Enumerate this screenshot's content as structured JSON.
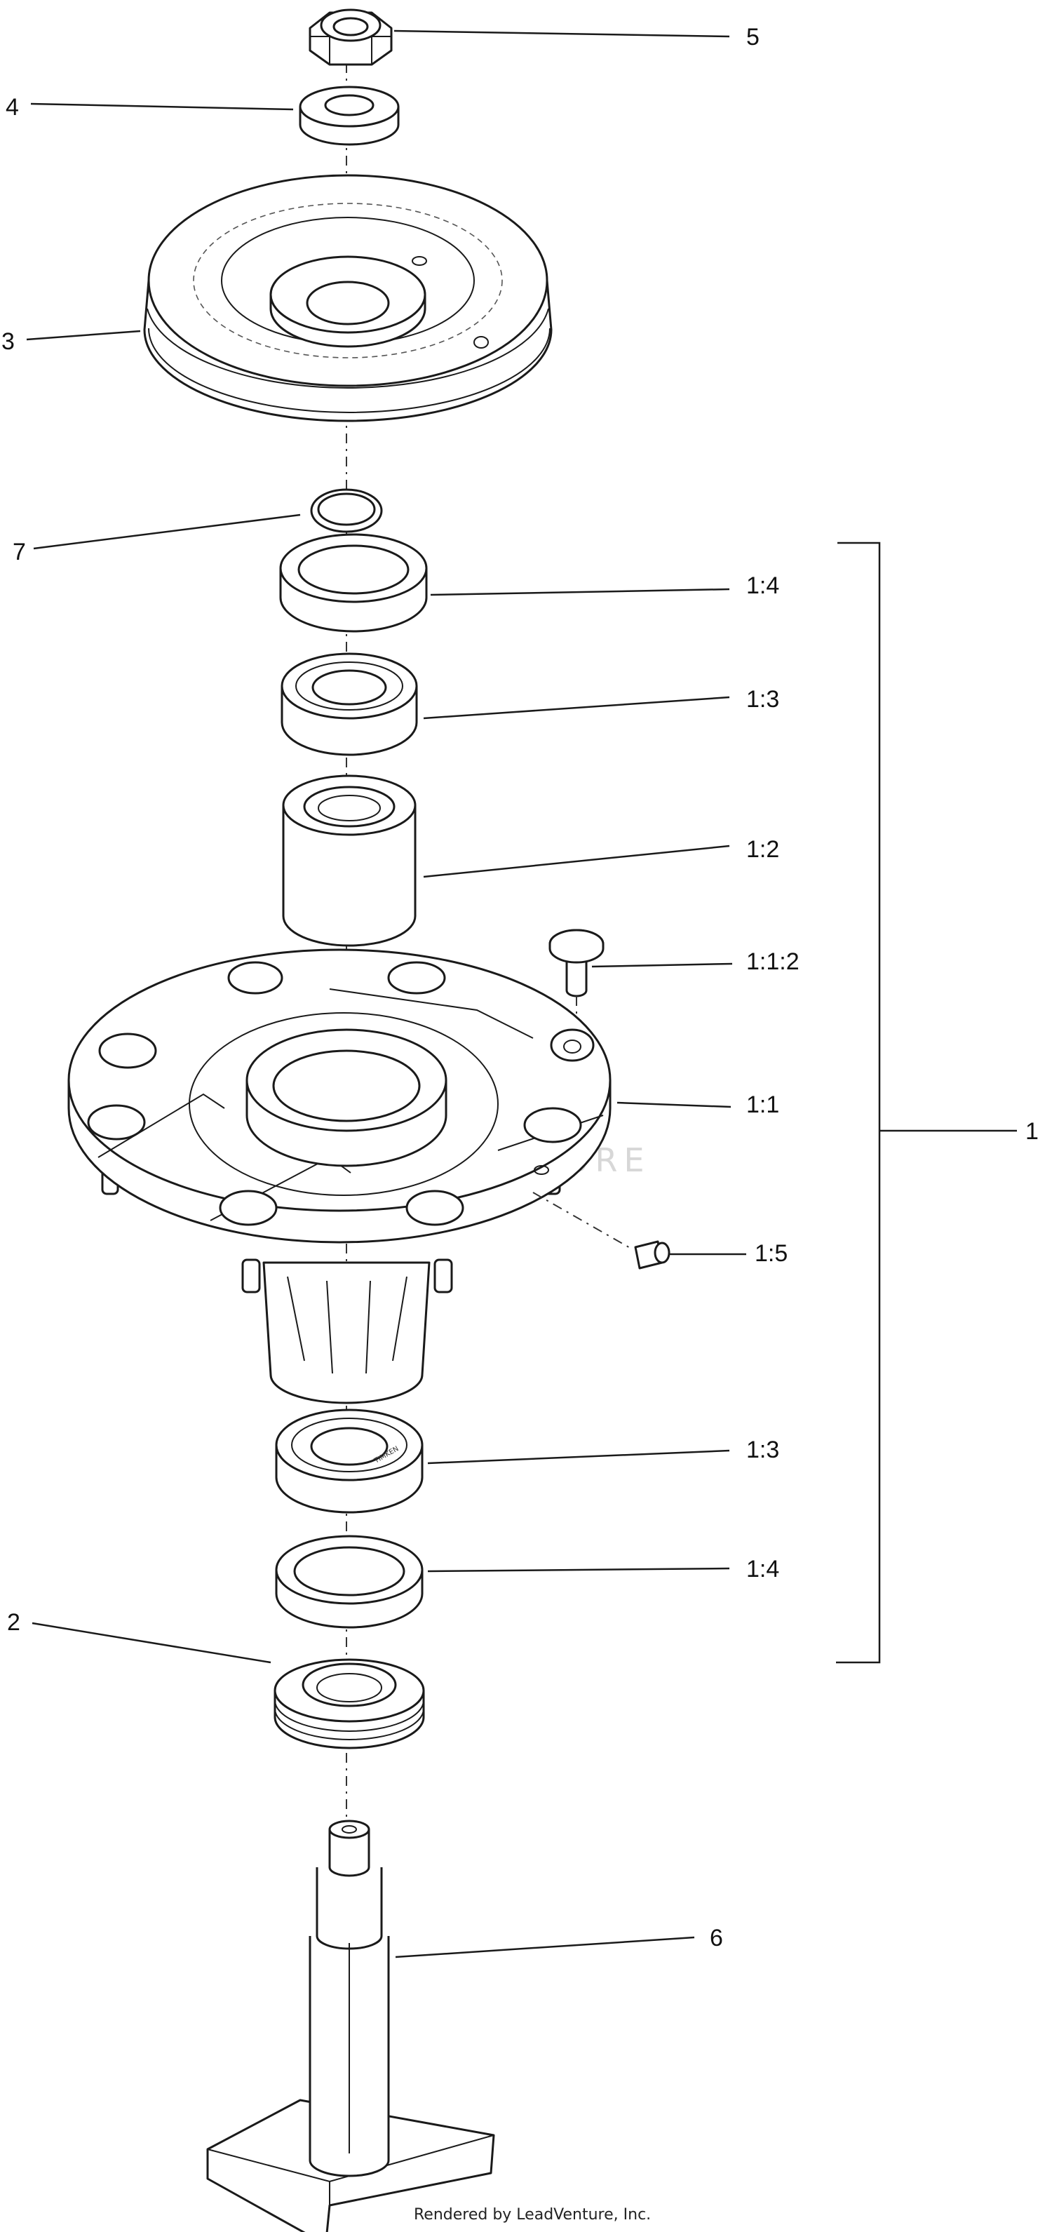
{
  "callouts": {
    "c5": "5",
    "c4": "4",
    "c3": "3",
    "c7": "7",
    "c1_4_top": "1:4",
    "c1_3_top": "1:3",
    "c1_2": "1:2",
    "c1_1_2": "1:1:2",
    "c1_1": "1:1",
    "c1": "1",
    "c1_5": "1:5",
    "c1_3_bottom": "1:3",
    "c1_4_bottom": "1:4",
    "c2": "2",
    "c6": "6"
  },
  "watermark": "LEADVENTURE",
  "footer": "Rendered by LeadVenture, Inc."
}
